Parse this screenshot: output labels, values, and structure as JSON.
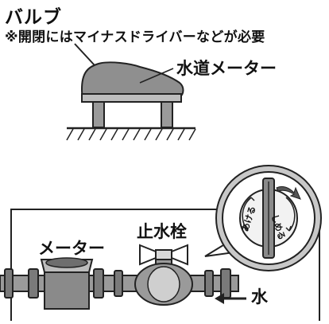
{
  "labels": {
    "valve": "バルブ",
    "note": "※開閉にはマイナスドライバーなどが必要",
    "meter_top": "水道メーター",
    "meter_bottom": "メーター",
    "stopcock": "止水栓",
    "water": "水",
    "open": "あける",
    "close": "しめる"
  },
  "colors": {
    "line": "#222222",
    "fill_gray": "#9a9a9a",
    "fill_light": "#d8d8d8",
    "fill_dark": "#6e6e6e",
    "magnifier_ring": "#c8c8c8"
  }
}
